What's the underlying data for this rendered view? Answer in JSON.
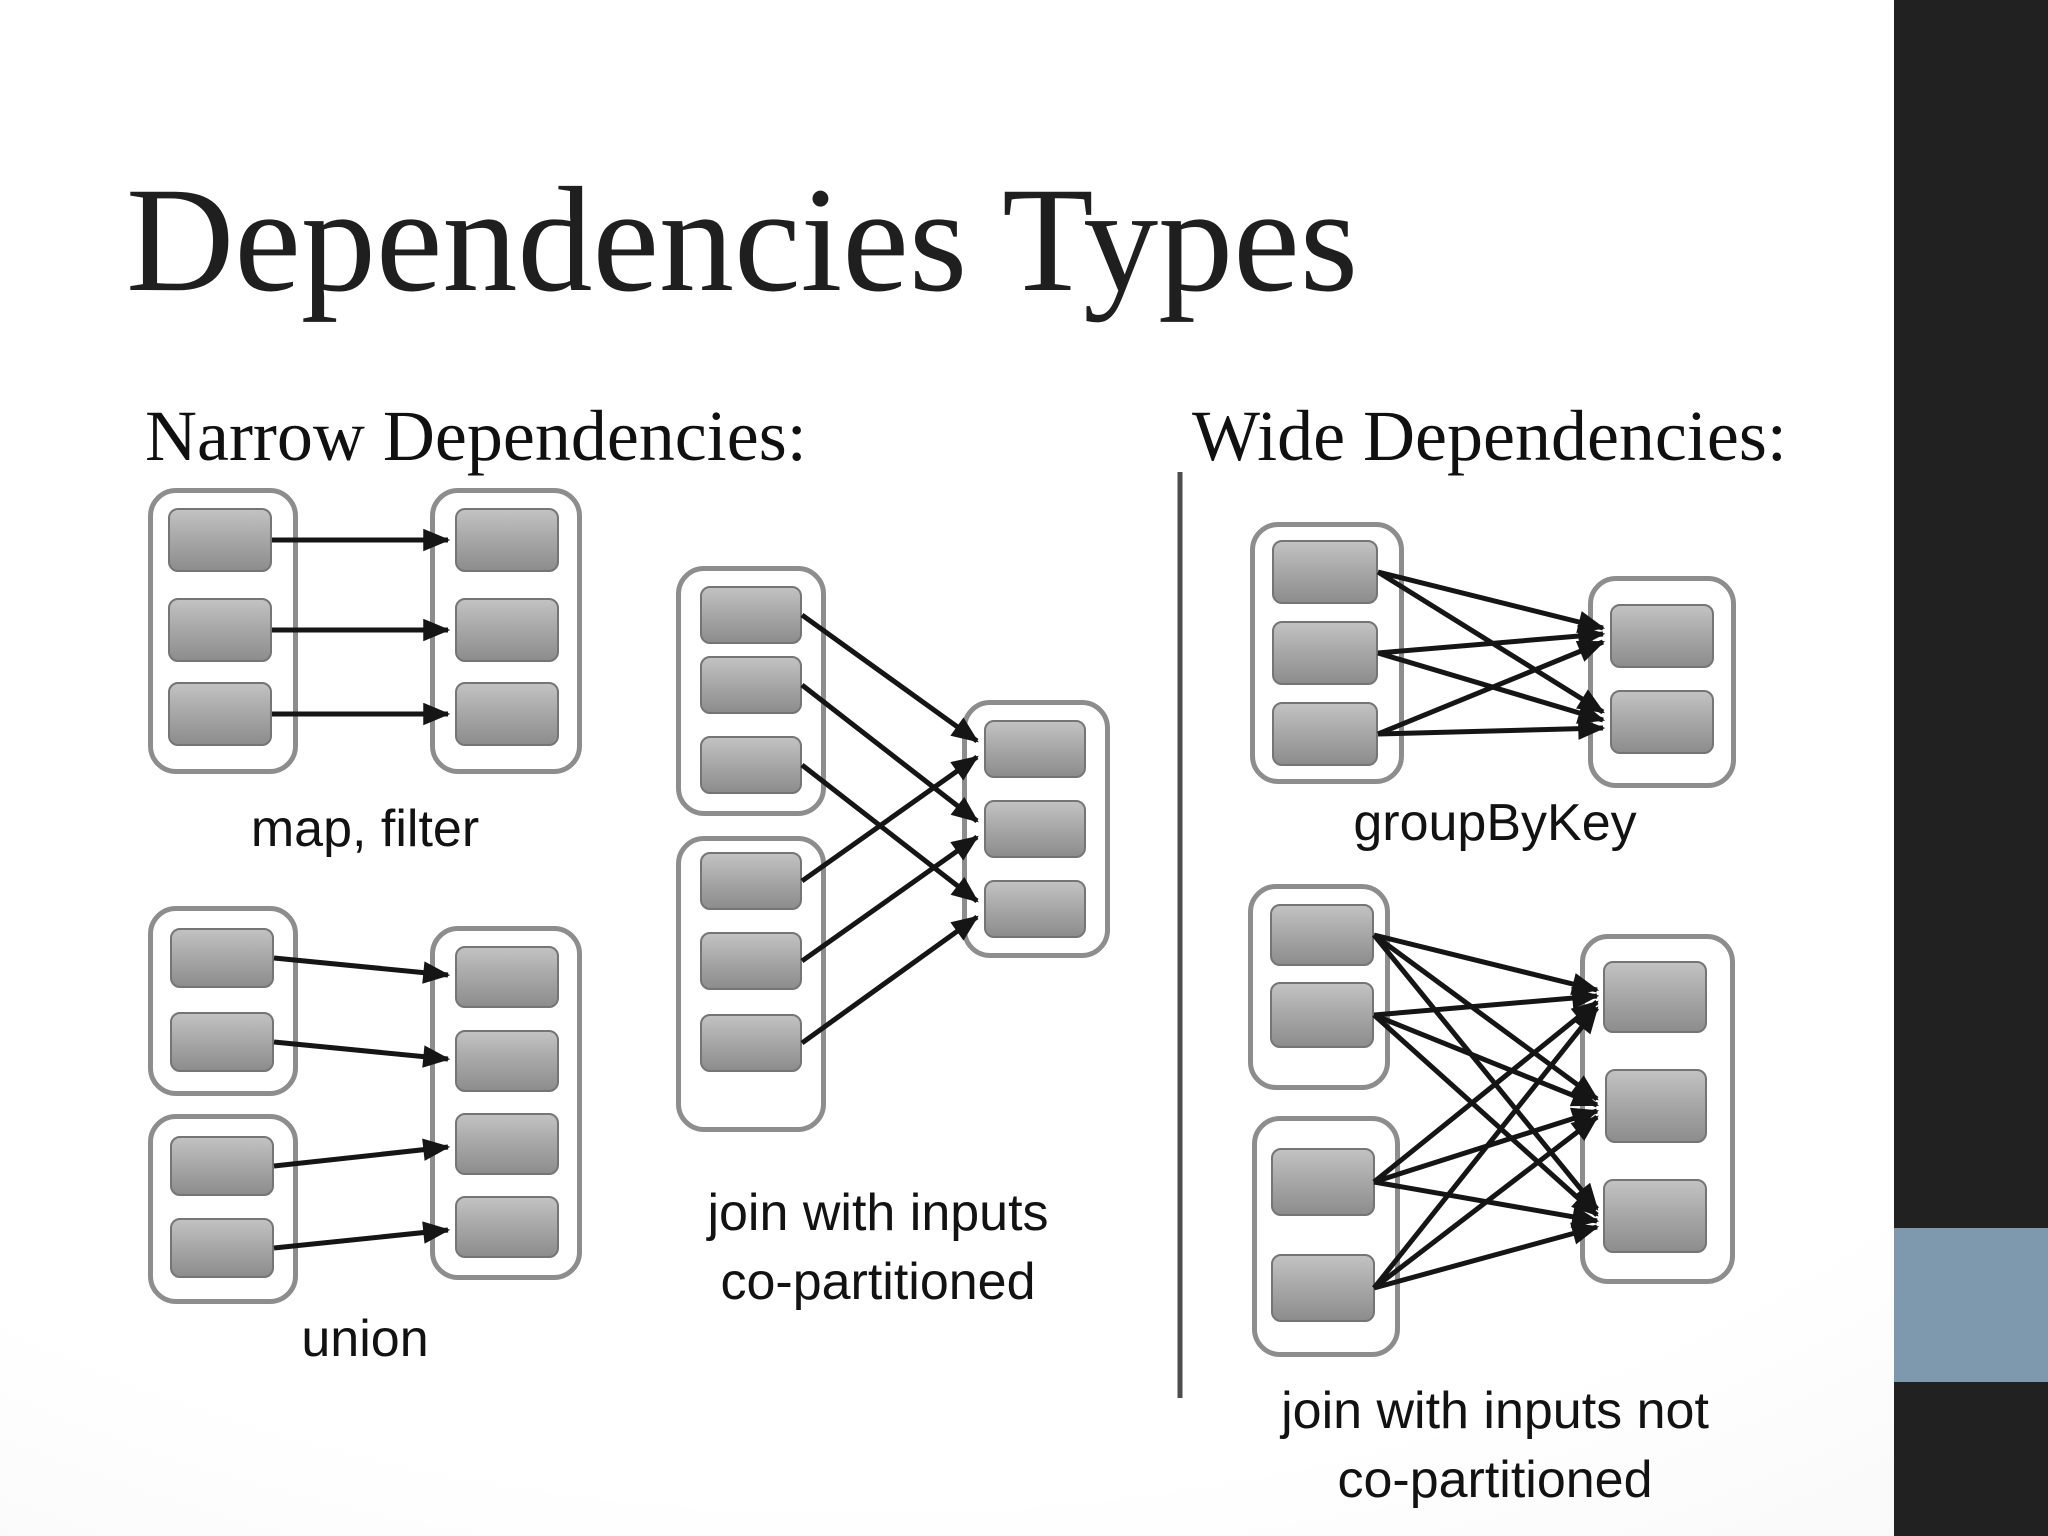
{
  "slide": {
    "title": "Dependencies Types",
    "sections": [
      {
        "id": "narrow",
        "header": "Narrow Dependencies:"
      },
      {
        "id": "wide",
        "header": "Wide Dependencies:"
      }
    ],
    "diagrams": [
      {
        "id": "map-filter",
        "label": "map, filter",
        "dependency": "narrow",
        "input_partitions": [
          3
        ],
        "output_partitions": 3,
        "mapping": "one-to-one"
      },
      {
        "id": "union",
        "label": "union",
        "dependency": "narrow",
        "input_partitions": [
          2,
          2
        ],
        "output_partitions": 4,
        "mapping": "one-to-one"
      },
      {
        "id": "join-co-partitioned",
        "label_line1": "join with inputs",
        "label_line2": "co-partitioned",
        "dependency": "narrow",
        "input_partitions": [
          3,
          3
        ],
        "output_partitions": 3,
        "mapping": "grouped-one-to-one"
      },
      {
        "id": "groupByKey",
        "label": "groupByKey",
        "dependency": "wide",
        "input_partitions": [
          3
        ],
        "output_partitions": 2,
        "mapping": "all-to-all"
      },
      {
        "id": "join-not-co-partitioned",
        "label_line1": "join with inputs not",
        "label_line2": "co-partitioned",
        "dependency": "wide",
        "input_partitions": [
          2,
          2
        ],
        "output_partitions": 3,
        "mapping": "all-to-all"
      }
    ],
    "colors": {
      "sidebar_black": "#212121",
      "accent_blue": "#7e99ae",
      "box_gray": "#a9a9a9",
      "arrow_black": "#151515"
    }
  }
}
